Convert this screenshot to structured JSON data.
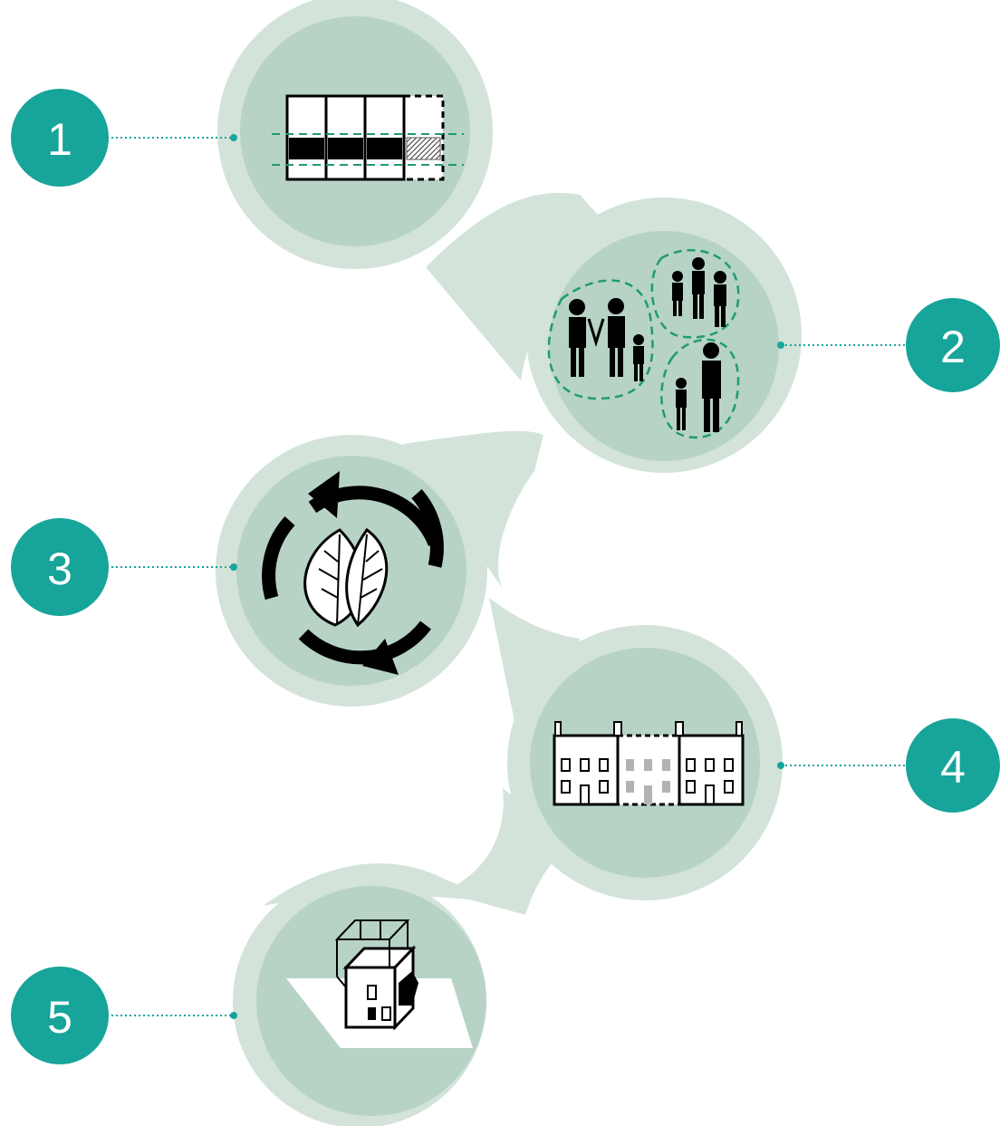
{
  "colors": {
    "path": "#d3e3da",
    "circle": "#b7d3c5",
    "badge": "#17a49a",
    "connector": "#17a49a",
    "icon": "#000000",
    "dash_green": "#1f9b70",
    "placeholder_gray": "#b3b3b3"
  },
  "steps": [
    {
      "number": "1",
      "icon": "row-extension-icon"
    },
    {
      "number": "2",
      "icon": "household-groups-icon"
    },
    {
      "number": "3",
      "icon": "recycle-leaves-icon"
    },
    {
      "number": "4",
      "icon": "terrace-infill-icon"
    },
    {
      "number": "5",
      "icon": "building-extension-icon"
    }
  ]
}
